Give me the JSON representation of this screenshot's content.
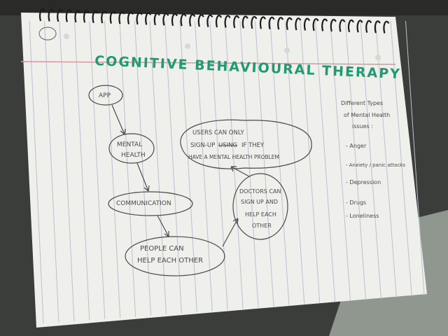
{
  "colors": {
    "background_table": "#3a3d3a",
    "table_right": "#9aa39a",
    "paper": "#efefec",
    "ruled_line": "#b9c2cf",
    "margin_line": "#cf9aa0",
    "ink": "#4a4a4a",
    "title_ink": "#1f9a72",
    "spiral": "#1c1c1c"
  },
  "notebook": {
    "title": "COGNITIVE BEHAVIOURAL THERAPY"
  },
  "mindmap": {
    "nodes": [
      {
        "id": "app",
        "lines": [
          "APP"
        ]
      },
      {
        "id": "mental-health",
        "lines": [
          "MENTAL",
          "HEALTH"
        ]
      },
      {
        "id": "communication",
        "lines": [
          "COMMUNICATION"
        ]
      },
      {
        "id": "people-help",
        "lines": [
          "PEOPLE CAN",
          "HELP EACH OTHER"
        ]
      },
      {
        "id": "doctors",
        "lines": [
          "DOCTORS CAN",
          "SIGN UP AND",
          "HELP EACH",
          "OTHER"
        ]
      },
      {
        "id": "users-signup",
        "lines": [
          "USERS CAN ONLY",
          "SIGN-UP",
          "IF THEY",
          "HAVE A MENTAL HEALTH PROBLEM"
        ],
        "crossed_word": "USING"
      }
    ]
  },
  "notes": {
    "heading_line1": "Different Types",
    "heading_line2": "of Mental Health",
    "heading_line3": "issues :",
    "items": [
      "- Anger",
      "- Anxiety / panic attacks",
      "- Depression",
      "- Drugs",
      "- Loneliness"
    ]
  }
}
